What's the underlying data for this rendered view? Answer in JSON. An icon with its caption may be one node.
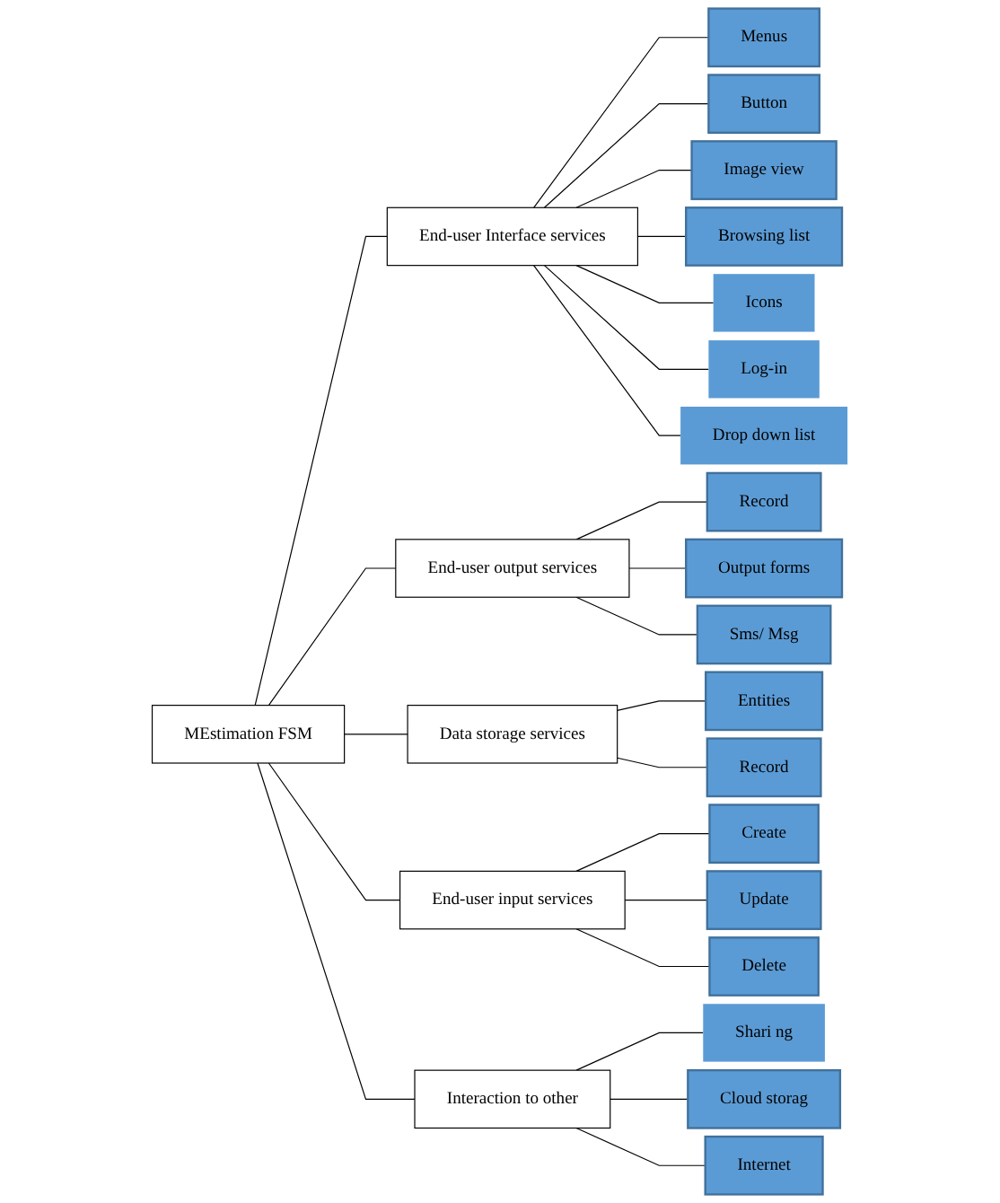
{
  "diagram": {
    "nodes": [
      {
        "text": [
          "Menus"
        ]
      },
      {
        "text": [
          "Button"
        ]
      },
      {
        "text": [
          "Image view"
        ]
      },
      {
        "text": [
          "Browsing list"
        ]
      },
      {
        "text": [
          "Icons"
        ]
      },
      {
        "text": [
          "Log-in"
        ]
      },
      {
        "text": [
          "Drop down list"
        ]
      },
      {
        "text": [
          "Record"
        ]
      },
      {
        "text": [
          "End-user Interface services"
        ]
      },
      {
        "text": [
          "End-user output services"
        ]
      },
      {
        "text": [
          "Output forms"
        ]
      },
      {
        "text": [
          "Sms/ Msg"
        ]
      },
      {
        "text": [
          "MEstimation FSM"
        ]
      },
      {
        "text": [
          "Data storage services"
        ]
      },
      {
        "text": [
          "Entities"
        ]
      },
      {
        "text": [
          "Record"
        ]
      },
      {
        "text": [
          "End-user input services"
        ]
      },
      {
        "text": [
          "Interaction to other"
        ]
      },
      {
        "text": [
          "Shari ng"
        ]
      },
      {
        "text": [
          "Create"
        ]
      },
      {
        "text": [
          "Update"
        ]
      },
      {
        "text": [
          "Delete"
        ]
      },
      {
        "text": [
          "Cloud storag"
        ]
      },
      {
        "text": [
          "Internet"
        ]
      }
    ],
    "edges": [
      {
        "from": 12,
        "to": 8,
        "arrow": "none"
      },
      {
        "from": 12,
        "to": 9,
        "arrow": "none"
      },
      {
        "from": 12,
        "to": 13,
        "arrow": "none"
      },
      {
        "from": 12,
        "to": 16,
        "arrow": "none"
      },
      {
        "from": 12,
        "to": 17,
        "arrow": "none"
      },
      {
        "from": 8,
        "to": 0,
        "arrow": "none"
      },
      {
        "from": 8,
        "to": 1,
        "arrow": "none"
      },
      {
        "from": 8,
        "to": 2,
        "arrow": "none"
      },
      {
        "from": 8,
        "to": 3,
        "arrow": "none"
      },
      {
        "from": 8,
        "to": 4,
        "arrow": "none"
      },
      {
        "from": 8,
        "to": 5,
        "arrow": "none"
      },
      {
        "from": 8,
        "to": 6,
        "arrow": "none"
      },
      {
        "from": 9,
        "to": 7,
        "arrow": "none"
      },
      {
        "from": 9,
        "to": 10,
        "arrow": "none"
      },
      {
        "from": 9,
        "to": 11,
        "arrow": "none"
      },
      {
        "from": 13,
        "to": 14,
        "arrow": "none"
      },
      {
        "from": 13,
        "to": 15,
        "arrow": "none"
      },
      {
        "from": 16,
        "to": 19,
        "arrow": "none"
      },
      {
        "from": 16,
        "to": 20,
        "arrow": "none"
      },
      {
        "from": 16,
        "to": 21,
        "arrow": "none"
      },
      {
        "from": 17,
        "to": 18,
        "arrow": "none"
      },
      {
        "from": 17,
        "to": 22,
        "arrow": "none"
      },
      {
        "from": 17,
        "to": 23,
        "arrow": "none"
      }
    ]
  }
}
